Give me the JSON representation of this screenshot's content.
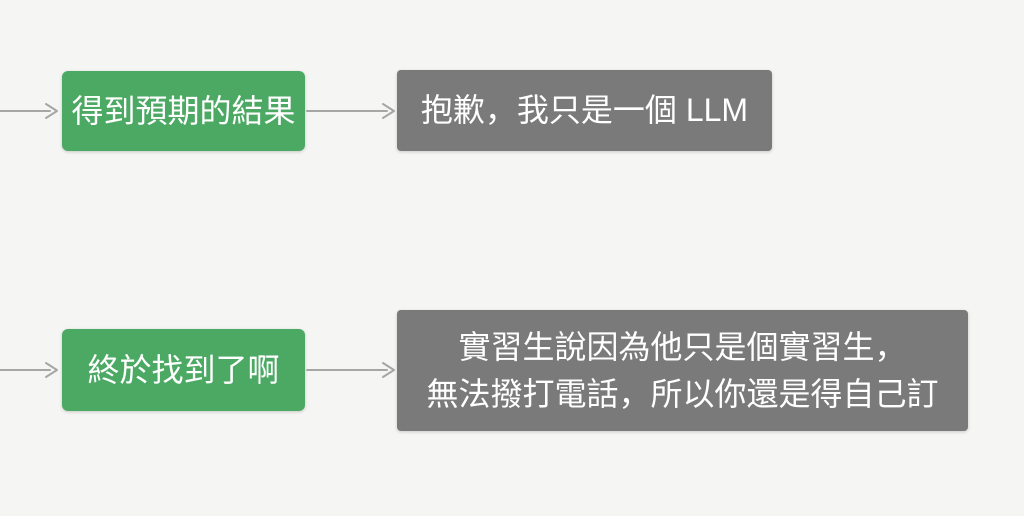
{
  "colors": {
    "bg": "#F5F5F4",
    "green": "#4CA964",
    "gray": "#7A7A7A",
    "arrow": "#A6A6A6",
    "text": "#FFFFFF"
  },
  "flowchart": {
    "rows": [
      {
        "green_label": "得到預期的結果",
        "gray_lines": [
          "抱歉，我只是一個 LLM"
        ]
      },
      {
        "green_label": "終於找到了啊",
        "gray_lines": [
          "實習生說因為他只是個實習生，",
          "無法撥打電話，所以你還是得自己訂"
        ]
      }
    ]
  }
}
